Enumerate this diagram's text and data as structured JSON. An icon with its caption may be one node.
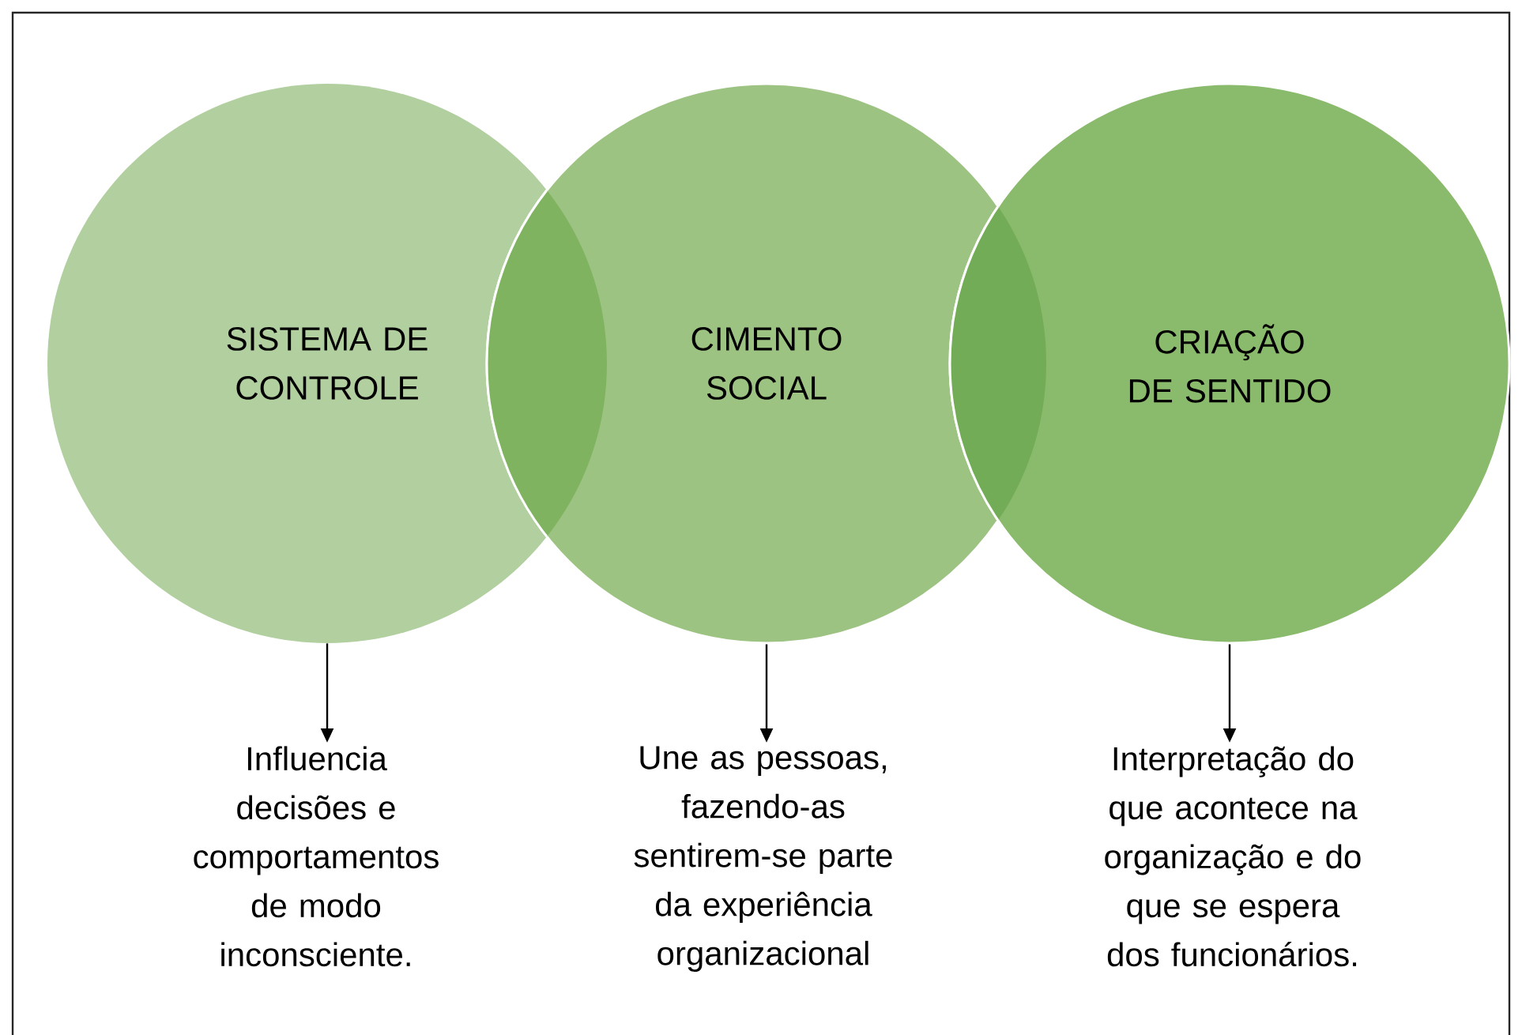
{
  "diagram": {
    "nodes": [
      {
        "text": [
          "SISTEMA DE CONTROLE"
        ]
      },
      {
        "text": [
          "CIMENTO SOCIAL"
        ]
      },
      {
        "text": [
          "CRIAÇÃO DE SENTIDO"
        ]
      },
      {
        "text": [
          "Influencia decisões e comportamentos de modo inconsciente."
        ]
      },
      {
        "text": [
          "Une as pessoas, fazendo-as sentirem-se parte da experiência organizacional"
        ]
      },
      {
        "text": [
          "Interpretação do que acontece na organização e do que se espera dos funcionários."
        ]
      }
    ],
    "edges": [
      {
        "from": 0,
        "to": 3,
        "arrow": "to"
      },
      {
        "from": 1,
        "to": 4,
        "arrow": "to"
      },
      {
        "from": 2,
        "to": 5,
        "arrow": "to"
      }
    ]
  }
}
